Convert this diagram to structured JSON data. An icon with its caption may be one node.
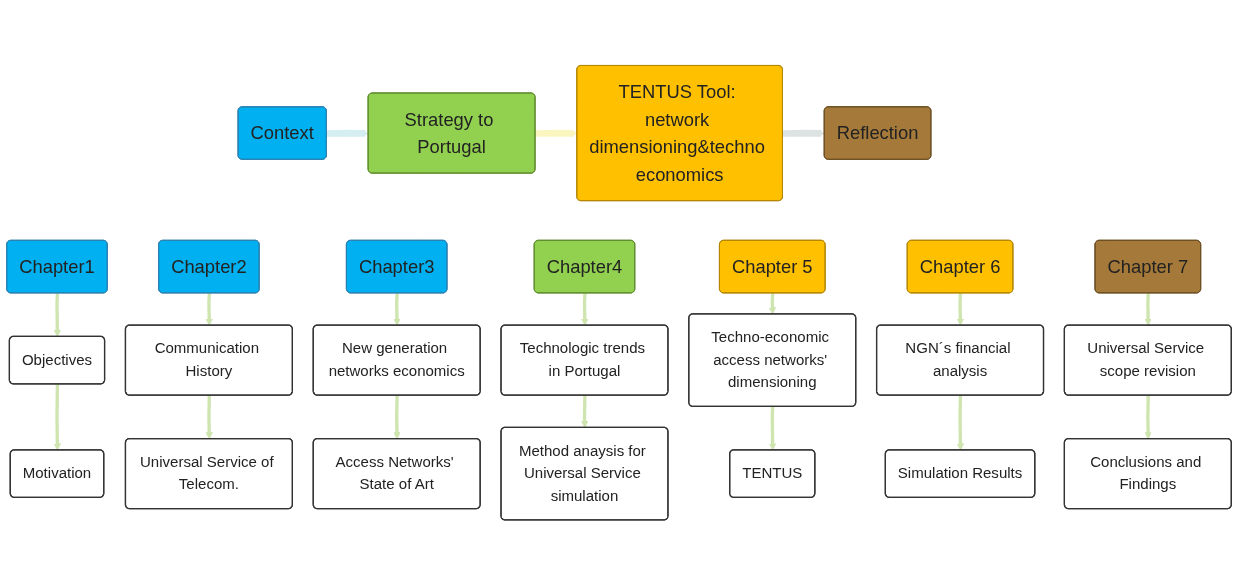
{
  "diagram": {
    "nodes": [
      {
        "text": [
          "Context"
        ]
      },
      {
        "text": [
          "Strategy to Portugal"
        ]
      },
      {
        "text": [
          "TENTUS Tool: network dimensioning&techno economics"
        ]
      },
      {
        "text": [
          "Reflection"
        ]
      },
      {
        "text": [
          "Chapter1"
        ]
      },
      {
        "text": [
          "Objectives"
        ]
      },
      {
        "text": [
          "Motivation"
        ]
      },
      {
        "text": [
          "Chapter2"
        ]
      },
      {
        "text": [
          "Communication History"
        ]
      },
      {
        "text": [
          "Universal Service of Telecom."
        ]
      },
      {
        "text": [
          "Chapter3"
        ]
      },
      {
        "text": [
          "New generation networks economics"
        ]
      },
      {
        "text": [
          "Access Networks' State of Art"
        ]
      },
      {
        "text": [
          "Chapter4"
        ]
      },
      {
        "text": [
          "Technologic trends in Portugal"
        ]
      },
      {
        "text": [
          "Method anaysis for Universal Service simulation"
        ]
      },
      {
        "text": [
          "Chapter 5"
        ]
      },
      {
        "text": [
          "Techno-economic access networks' dimensioning"
        ]
      },
      {
        "text": [
          "TENTUS"
        ]
      },
      {
        "text": [
          "Chapter 6"
        ]
      },
      {
        "text": [
          "NGN´s financial analysis"
        ]
      },
      {
        "text": [
          "Simulation Results"
        ]
      },
      {
        "text": [
          "Chapter 7"
        ]
      },
      {
        "text": [
          "Universal Service scope revision"
        ]
      },
      {
        "text": [
          "Conclusions and Findings"
        ]
      }
    ],
    "edges": [
      {
        "from": 0,
        "to": 1,
        "arrow": "to",
        "style": "thick",
        "color": "#d5eef2"
      },
      {
        "from": 1,
        "to": 2,
        "arrow": "to",
        "style": "thick",
        "color": "#fbf6c0"
      },
      {
        "from": 2,
        "to": 3,
        "arrow": "to",
        "style": "thick",
        "color": "#dde3e3"
      },
      {
        "from": 4,
        "to": 5,
        "arrow": "to"
      },
      {
        "from": 5,
        "to": 6,
        "arrow": "to"
      },
      {
        "from": 7,
        "to": 8,
        "arrow": "to"
      },
      {
        "from": 8,
        "to": 9,
        "arrow": "to"
      },
      {
        "from": 10,
        "to": 11,
        "arrow": "to"
      },
      {
        "from": 11,
        "to": 12,
        "arrow": "to"
      },
      {
        "from": 13,
        "to": 14,
        "arrow": "to"
      },
      {
        "from": 14,
        "to": 15,
        "arrow": "to"
      },
      {
        "from": 16,
        "to": 17,
        "arrow": "to"
      },
      {
        "from": 17,
        "to": 18,
        "arrow": "to"
      },
      {
        "from": 19,
        "to": 20,
        "arrow": "to"
      },
      {
        "from": 20,
        "to": 21,
        "arrow": "to"
      },
      {
        "from": 22,
        "to": 23,
        "arrow": "to"
      },
      {
        "from": 23,
        "to": 24,
        "arrow": "to"
      }
    ]
  }
}
